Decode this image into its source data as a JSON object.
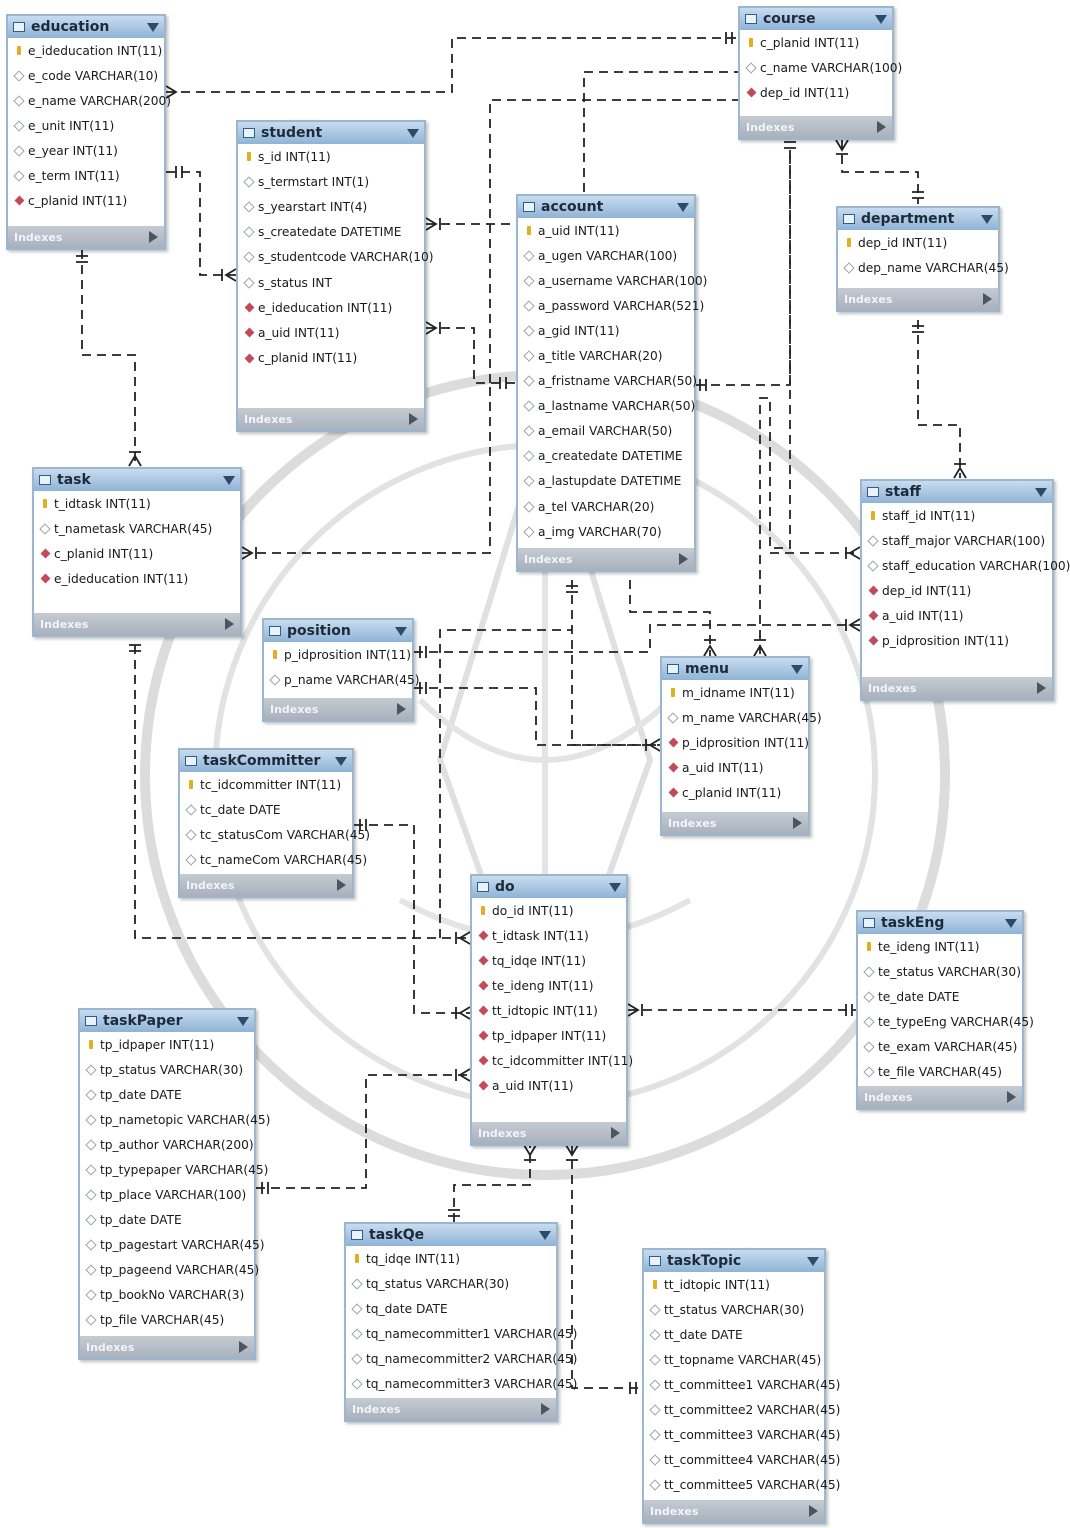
{
  "diagram": {
    "tables": {
      "education": {
        "name": "education",
        "footer": "Indexes",
        "columns": [
          {
            "icon": "key",
            "text": "e_ideducation INT(11)"
          },
          {
            "icon": "dia",
            "text": "e_code VARCHAR(10)"
          },
          {
            "icon": "dia",
            "text": "e_name VARCHAR(200)"
          },
          {
            "icon": "dia",
            "text": "e_unit INT(11)"
          },
          {
            "icon": "dia",
            "text": "e_year INT(11)"
          },
          {
            "icon": "dia",
            "text": "e_term INT(11)"
          },
          {
            "icon": "fk",
            "text": "c_planid INT(11)"
          }
        ]
      },
      "student": {
        "name": "student",
        "footer": "Indexes",
        "columns": [
          {
            "icon": "key",
            "text": "s_id INT(11)"
          },
          {
            "icon": "dia",
            "text": "s_termstart INT(1)"
          },
          {
            "icon": "dia",
            "text": "s_yearstart INT(4)"
          },
          {
            "icon": "dia",
            "text": "s_createdate DATETIME"
          },
          {
            "icon": "dia",
            "text": "s_studentcode VARCHAR(10)"
          },
          {
            "icon": "dia",
            "text": "s_status INT"
          },
          {
            "icon": "fk",
            "text": "e_ideducation INT(11)"
          },
          {
            "icon": "fk",
            "text": "a_uid INT(11)"
          },
          {
            "icon": "fk",
            "text": "c_planid INT(11)"
          }
        ]
      },
      "course": {
        "name": "course",
        "footer": "Indexes",
        "columns": [
          {
            "icon": "key",
            "text": "c_planid INT(11)"
          },
          {
            "icon": "dia",
            "text": "c_name VARCHAR(100)"
          },
          {
            "icon": "fk",
            "text": "dep_id INT(11)"
          }
        ]
      },
      "department": {
        "name": "department",
        "footer": "Indexes",
        "columns": [
          {
            "icon": "key",
            "text": "dep_id INT(11)"
          },
          {
            "icon": "dia",
            "text": "dep_name VARCHAR(45)"
          }
        ]
      },
      "account": {
        "name": "account",
        "footer": "Indexes",
        "columns": [
          {
            "icon": "key",
            "text": "a_uid INT(11)"
          },
          {
            "icon": "dia",
            "text": "a_ugen VARCHAR(100)"
          },
          {
            "icon": "dia",
            "text": "a_username VARCHAR(100)"
          },
          {
            "icon": "dia",
            "text": "a_password VARCHAR(521)"
          },
          {
            "icon": "dia",
            "text": "a_gid INT(11)"
          },
          {
            "icon": "dia",
            "text": "a_title VARCHAR(20)"
          },
          {
            "icon": "dia",
            "text": "a_fristname VARCHAR(50)"
          },
          {
            "icon": "dia",
            "text": "a_lastname VARCHAR(50)"
          },
          {
            "icon": "dia",
            "text": "a_email VARCHAR(50)"
          },
          {
            "icon": "dia",
            "text": "a_createdate DATETIME"
          },
          {
            "icon": "dia",
            "text": "a_lastupdate DATETIME"
          },
          {
            "icon": "dia",
            "text": "a_tel VARCHAR(20)"
          },
          {
            "icon": "dia",
            "text": "a_img VARCHAR(70)"
          }
        ]
      },
      "task": {
        "name": "task",
        "footer": "Indexes",
        "columns": [
          {
            "icon": "key",
            "text": "t_idtask INT(11)"
          },
          {
            "icon": "dia",
            "text": "t_nametask VARCHAR(45)"
          },
          {
            "icon": "fk",
            "text": "c_planid INT(11)"
          },
          {
            "icon": "fk",
            "text": "e_ideducation INT(11)"
          }
        ]
      },
      "staff": {
        "name": "staff",
        "footer": "Indexes",
        "columns": [
          {
            "icon": "key",
            "text": "staff_id INT(11)"
          },
          {
            "icon": "dia",
            "text": "staff_major VARCHAR(100)"
          },
          {
            "icon": "dia",
            "text": "staff_education VARCHAR(100)"
          },
          {
            "icon": "fk",
            "text": "dep_id INT(11)"
          },
          {
            "icon": "fk",
            "text": "a_uid INT(11)"
          },
          {
            "icon": "fk",
            "text": "p_idprosition INT(11)"
          }
        ]
      },
      "position": {
        "name": "position",
        "footer": "Indexes",
        "columns": [
          {
            "icon": "key",
            "text": "p_idprosition INT(11)"
          },
          {
            "icon": "dia",
            "text": "p_name VARCHAR(45)"
          }
        ]
      },
      "menu": {
        "name": "menu",
        "footer": "Indexes",
        "columns": [
          {
            "icon": "key",
            "text": "m_idname INT(11)"
          },
          {
            "icon": "dia",
            "text": "m_name VARCHAR(45)"
          },
          {
            "icon": "fk",
            "text": "p_idprosition INT(11)"
          },
          {
            "icon": "fk",
            "text": "a_uid INT(11)"
          },
          {
            "icon": "fk",
            "text": "c_planid INT(11)"
          }
        ]
      },
      "taskCommitter": {
        "name": "taskCommitter",
        "footer": "Indexes",
        "columns": [
          {
            "icon": "key",
            "text": "tc_idcommitter INT(11)"
          },
          {
            "icon": "dia",
            "text": "tc_date DATE"
          },
          {
            "icon": "dia",
            "text": "tc_statusCom VARCHAR(45)"
          },
          {
            "icon": "dia",
            "text": "tc_nameCom VARCHAR(45)"
          }
        ]
      },
      "do": {
        "name": "do",
        "footer": "Indexes",
        "columns": [
          {
            "icon": "key",
            "text": "do_id INT(11)"
          },
          {
            "icon": "fk",
            "text": "t_idtask INT(11)"
          },
          {
            "icon": "fk",
            "text": "tq_idqe INT(11)"
          },
          {
            "icon": "fk",
            "text": "te_ideng INT(11)"
          },
          {
            "icon": "fk",
            "text": "tt_idtopic INT(11)"
          },
          {
            "icon": "fk",
            "text": "tp_idpaper INT(11)"
          },
          {
            "icon": "fk",
            "text": "tc_idcommitter INT(11)"
          },
          {
            "icon": "fk",
            "text": "a_uid INT(11)"
          }
        ]
      },
      "taskEng": {
        "name": "taskEng",
        "footer": "Indexes",
        "columns": [
          {
            "icon": "key",
            "text": "te_ideng INT(11)"
          },
          {
            "icon": "dia",
            "text": "te_status VARCHAR(30)"
          },
          {
            "icon": "dia",
            "text": "te_date DATE"
          },
          {
            "icon": "dia",
            "text": "te_typeEng VARCHAR(45)"
          },
          {
            "icon": "dia",
            "text": "te_exam VARCHAR(45)"
          },
          {
            "icon": "dia",
            "text": "te_file VARCHAR(45)"
          }
        ]
      },
      "taskPaper": {
        "name": "taskPaper",
        "footer": "Indexes",
        "columns": [
          {
            "icon": "key",
            "text": "tp_idpaper INT(11)"
          },
          {
            "icon": "dia",
            "text": "tp_status VARCHAR(30)"
          },
          {
            "icon": "dia",
            "text": "tp_date DATE"
          },
          {
            "icon": "dia",
            "text": "tp_nametopic VARCHAR(45)"
          },
          {
            "icon": "dia",
            "text": "tp_author VARCHAR(200)"
          },
          {
            "icon": "dia",
            "text": "tp_typepaper VARCHAR(45)"
          },
          {
            "icon": "dia",
            "text": "tp_place VARCHAR(100)"
          },
          {
            "icon": "dia",
            "text": "tp_date DATE"
          },
          {
            "icon": "dia",
            "text": "tp_pagestart VARCHAR(45)"
          },
          {
            "icon": "dia",
            "text": "tp_pageend VARCHAR(45)"
          },
          {
            "icon": "dia",
            "text": "tp_bookNo VARCHAR(3)"
          },
          {
            "icon": "dia",
            "text": "tp_file VARCHAR(45)"
          }
        ]
      },
      "taskQe": {
        "name": "taskQe",
        "footer": "Indexes",
        "columns": [
          {
            "icon": "key",
            "text": "tq_idqe INT(11)"
          },
          {
            "icon": "dia",
            "text": "tq_status VARCHAR(30)"
          },
          {
            "icon": "dia",
            "text": "tq_date DATE"
          },
          {
            "icon": "dia",
            "text": "tq_namecommitter1 VARCHAR(45)"
          },
          {
            "icon": "dia",
            "text": "tq_namecommitter2 VARCHAR(45)"
          },
          {
            "icon": "dia",
            "text": "tq_namecommitter3 VARCHAR(45)"
          }
        ]
      },
      "taskTopic": {
        "name": "taskTopic",
        "footer": "Indexes",
        "columns": [
          {
            "icon": "key",
            "text": "tt_idtopic INT(11)"
          },
          {
            "icon": "dia",
            "text": "tt_status VARCHAR(30)"
          },
          {
            "icon": "dia",
            "text": "tt_date DATE"
          },
          {
            "icon": "dia",
            "text": "tt_topname VARCHAR(45)"
          },
          {
            "icon": "dia",
            "text": "tt_committee1 VARCHAR(45)"
          },
          {
            "icon": "dia",
            "text": "tt_committee2 VARCHAR(45)"
          },
          {
            "icon": "dia",
            "text": "tt_committee3 VARCHAR(45)"
          },
          {
            "icon": "dia",
            "text": "tt_committee4 VARCHAR(45)"
          },
          {
            "icon": "dia",
            "text": "tt_committee5 VARCHAR(45)"
          }
        ]
      }
    },
    "relationships": [
      {
        "from": "education",
        "to": "course",
        "label": "education.c_planid → course.c_planid"
      },
      {
        "from": "student",
        "to": "education",
        "label": "student.e_ideducation → education.e_ideducation"
      },
      {
        "from": "student",
        "to": "account",
        "label": "student.a_uid → account.a_uid"
      },
      {
        "from": "student",
        "to": "course",
        "label": "student.c_planid → course.c_planid"
      },
      {
        "from": "course",
        "to": "department",
        "label": "course.dep_id → department.dep_id"
      },
      {
        "from": "task",
        "to": "education",
        "label": "task.e_ideducation → education.e_ideducation"
      },
      {
        "from": "task",
        "to": "course",
        "label": "task.c_planid → course.c_planid"
      },
      {
        "from": "staff",
        "to": "department",
        "label": "staff.dep_id → department.dep_id"
      },
      {
        "from": "staff",
        "to": "account",
        "label": "staff.a_uid → account.a_uid"
      },
      {
        "from": "staff",
        "to": "position",
        "label": "staff.p_idprosition → position.p_idprosition"
      },
      {
        "from": "menu",
        "to": "position",
        "label": "menu.p_idprosition → position.p_idprosition"
      },
      {
        "from": "menu",
        "to": "account",
        "label": "menu.a_uid → account.a_uid"
      },
      {
        "from": "menu",
        "to": "course",
        "label": "menu.c_planid → course.c_planid"
      },
      {
        "from": "do",
        "to": "task",
        "label": "do.t_idtask → task.t_idtask"
      },
      {
        "from": "do",
        "to": "taskCommitter",
        "label": "do.tc_idcommitter → taskCommitter.tc_idcommitter"
      },
      {
        "from": "do",
        "to": "taskEng",
        "label": "do.te_ideng → taskEng.te_ideng"
      },
      {
        "from": "do",
        "to": "taskPaper",
        "label": "do.tp_idpaper → taskPaper.tp_idpaper"
      },
      {
        "from": "do",
        "to": "taskQe",
        "label": "do.tq_idqe → taskQe.tq_idqe"
      },
      {
        "from": "do",
        "to": "taskTopic",
        "label": "do.tt_idtopic → taskTopic.tt_idtopic"
      },
      {
        "from": "do",
        "to": "account",
        "label": "do.a_uid → account.a_uid"
      }
    ]
  },
  "colors": {
    "header_top": "#c8dcef",
    "header_bottom": "#8fb3d6",
    "border": "#9cb6cf",
    "footer": "#b6bec8",
    "line": "#222222",
    "watermark": "#d8d8d8"
  }
}
